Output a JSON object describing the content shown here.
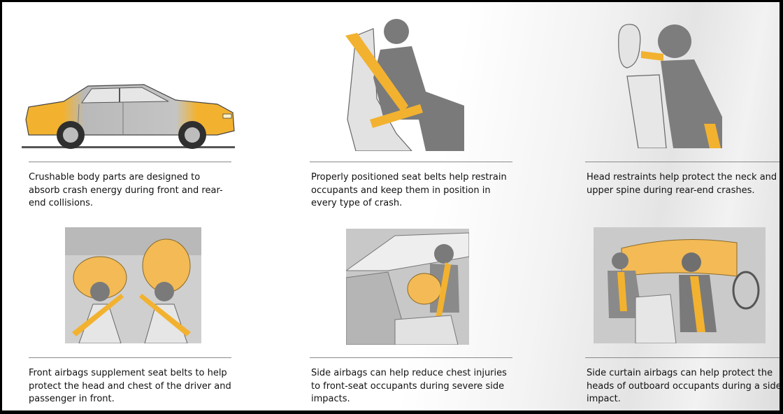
{
  "colors": {
    "accent": "#f2b230",
    "body_gray": "#9e9e9e",
    "dark_gray": "#5b5b5b",
    "rule": "#8a8a8a",
    "text": "#111111"
  },
  "panels": [
    {
      "id": "crumple",
      "caption": "Crushable body parts are designed to absorb crash energy during front and rear-end collisions."
    },
    {
      "id": "seatbelt",
      "caption": "Properly positioned seat belts help restrain occupants and keep them in position in every type of crash."
    },
    {
      "id": "head-restraint",
      "caption": "Head restraints help protect the neck and upper spine during rear-end crashes."
    },
    {
      "id": "front-airbag",
      "caption": "Front airbags supplement seat belts to help protect the head and chest of the driver and passenger in front."
    },
    {
      "id": "side-airbag",
      "caption": "Side airbags can help reduce chest injuries to front-seat occupants during severe side impacts."
    },
    {
      "id": "curtain-airbag",
      "caption": "Side curtain airbags can help protect the heads of outboard occupants during a side impact."
    }
  ]
}
